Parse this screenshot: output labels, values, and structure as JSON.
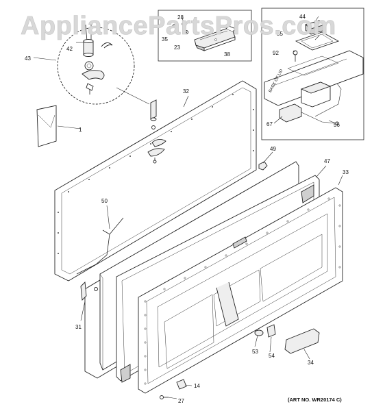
{
  "watermark": "AppliancePartsPros.com",
  "art_number": "(ART NO. WR20174 C)",
  "lid_label": "BACK OF LID",
  "callouts": {
    "c1": "1",
    "c14": "14",
    "c23": "23",
    "c27": "27",
    "c28": "28",
    "c31": "31",
    "c32": "32",
    "c33": "33",
    "c34": "34",
    "c35": "35",
    "c38": "38",
    "c42": "42",
    "c43": "43",
    "c44": "44",
    "c47": "47",
    "c49": "49",
    "c50": "50",
    "c53": "53",
    "c54": "54",
    "c55": "55",
    "c56": "56",
    "c67": "67",
    "c92": "92"
  }
}
